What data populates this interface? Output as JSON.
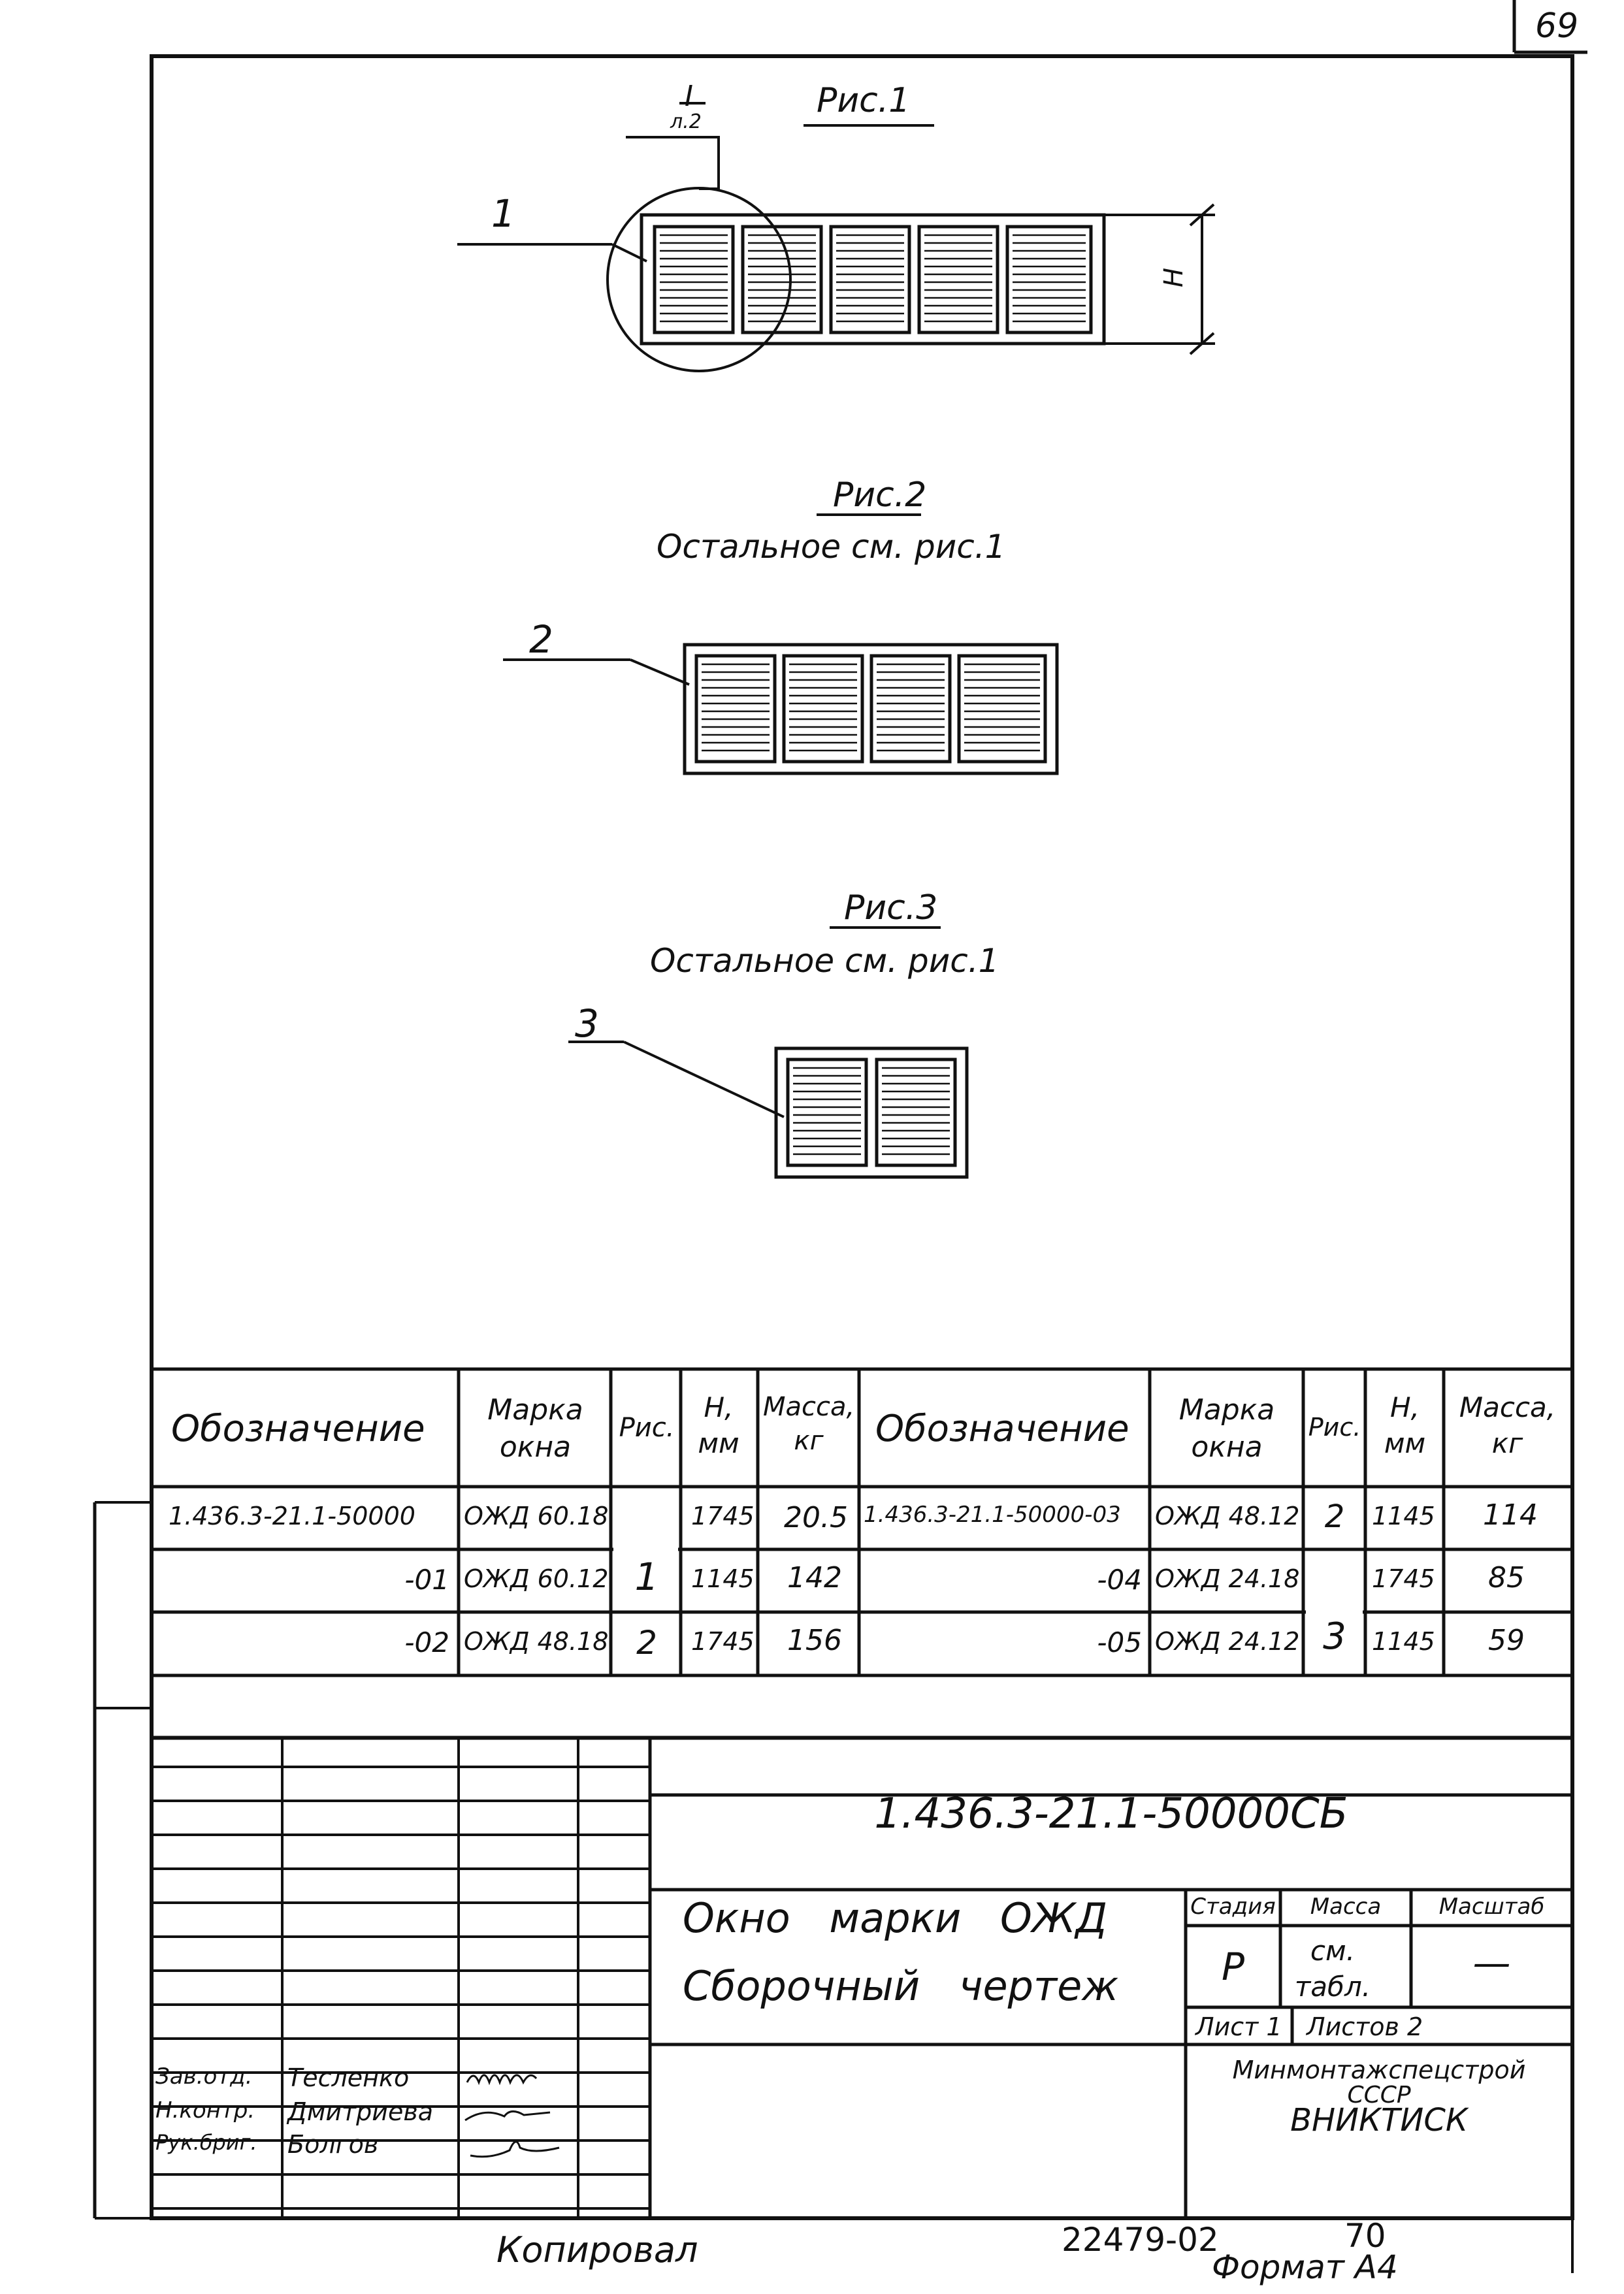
{
  "sheet_number": "69",
  "figures": {
    "fig1": {
      "title": "Рис.1",
      "callout": "1",
      "section_mark": "I",
      "section_ref": "л.2",
      "dimension": "H"
    },
    "fig2": {
      "title": "Рис.2",
      "note": "Остальное см. рис.1",
      "callout": "2"
    },
    "fig3": {
      "title": "Рис.3",
      "note": "Остальное см. рис.1",
      "callout": "3"
    }
  },
  "spec_table": {
    "headers": {
      "designation": "Обозначение",
      "mark": "Марка окна",
      "fig": "Рис.",
      "h": "Н, мм",
      "mass": "Масса, кг"
    },
    "left_rows": [
      {
        "designation": "1.436.3-21.1-50000",
        "mark": "ОЖД 60.18",
        "h": "1745",
        "mass": "20.5"
      },
      {
        "designation": "-01",
        "mark": "ОЖД 60.12",
        "h": "1145",
        "mass": "142"
      },
      {
        "designation": "-02",
        "mark": "ОЖД 48.18",
        "h": "1745",
        "mass": "156"
      }
    ],
    "left_fig_merged": "1",
    "left_fig_last": "2",
    "right_rows": [
      {
        "designation": "1.436.3-21.1-50000-03",
        "mark": "ОЖД 48.12",
        "fig": "2",
        "h": "1145",
        "mass": "114"
      },
      {
        "designation": "-04",
        "mark": "ОЖД 24.18",
        "h": "1745",
        "mass": "85"
      },
      {
        "designation": "-05",
        "mark": "ОЖД 24.12",
        "h": "1145",
        "mass": "59"
      }
    ],
    "right_fig_merged": "3"
  },
  "title_block": {
    "doc_code": "1.436.3-21.1-50000СБ",
    "title_line1": "Окно марки ОЖД",
    "title_line2": "Сборочный чертеж",
    "stage_label": "Стадия",
    "mass_label": "Масса",
    "scale_label": "Масштаб",
    "stage": "Р",
    "mass_value": "см. табл.",
    "scale_value": "—",
    "sheet_label": "Лист 1",
    "sheets_label": "Листов 2",
    "org_line1": "Минмонтажспецстрой",
    "org_line2": "СССР",
    "org_line3": "ВНИКТИСК",
    "signatures": [
      {
        "role": "Зав.отд.",
        "name": "Тесленко"
      },
      {
        "role": "Н.контр.",
        "name": "Дмитриева"
      },
      {
        "role": "Рук.бриг.",
        "name": "Болгов"
      }
    ]
  },
  "footer": {
    "copied": "Копировал",
    "archive_no": "22479-02",
    "page": "70",
    "format": "Формат А4"
  }
}
